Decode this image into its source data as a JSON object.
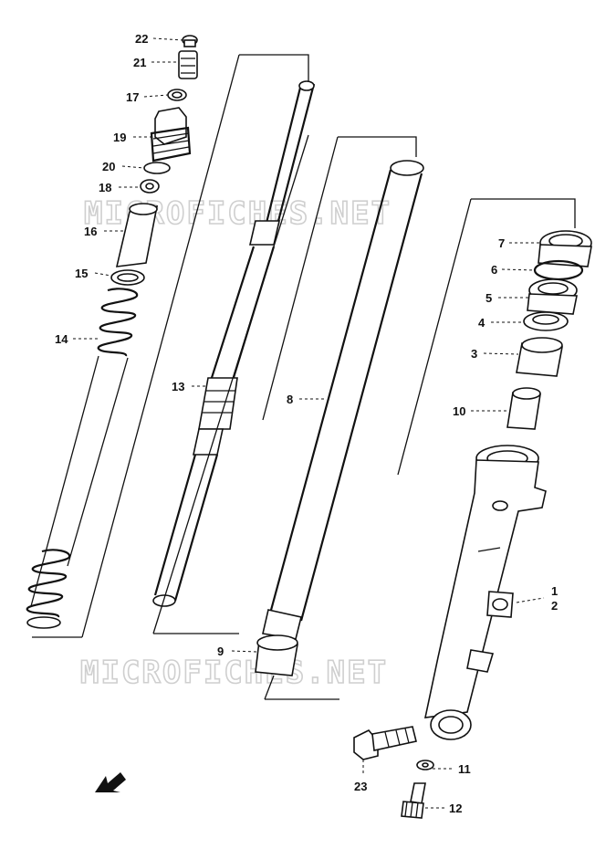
{
  "watermark": "MICROFICHES.NET",
  "labels": {
    "l1": "1",
    "l2": "2",
    "l3": "3",
    "l4": "4",
    "l5": "5",
    "l6": "6",
    "l7": "7",
    "l8": "8",
    "l9": "9",
    "l10": "10",
    "l11": "11",
    "l12": "12",
    "l13": "13",
    "l14": "14",
    "l15": "15",
    "l16": "16",
    "l17": "17",
    "l18": "18",
    "l19": "19",
    "l20": "20",
    "l21": "21",
    "l22": "22",
    "l23": "23"
  },
  "icons": {
    "front_arrow": "arrow-down-left-icon"
  }
}
